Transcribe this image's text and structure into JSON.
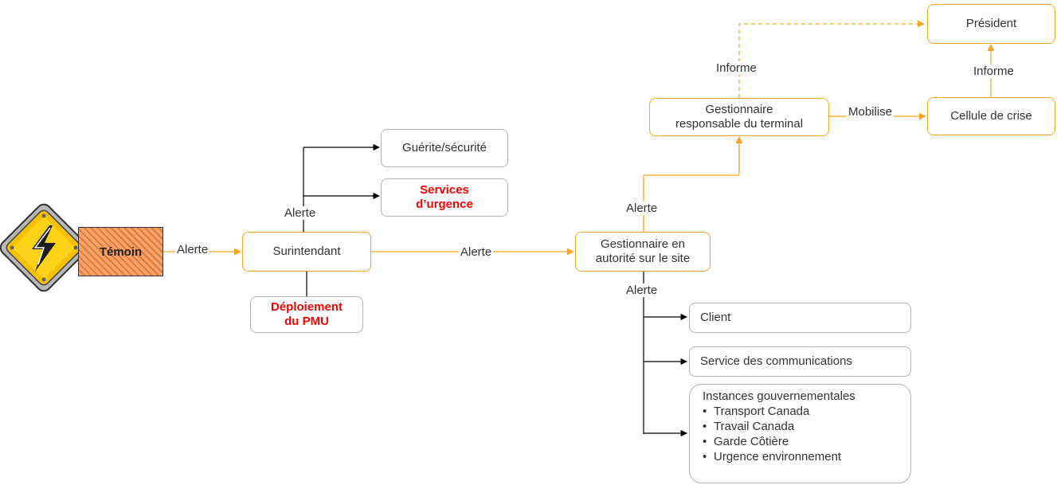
{
  "nodes": {
    "temoin": "Témoin",
    "surintendant": "Surintendant",
    "guerite": "Guérite/sécurité",
    "services_urgence": "Services d’urgence",
    "deploiement": "Déploiement du PMU",
    "gestionnaire_site": "Gestionnaire en autorité sur le site",
    "gestionnaire_terminal": "Gestionnaire responsable du terminal",
    "president": "Président",
    "cellule_crise": "Cellule de crise",
    "client": "Client",
    "service_comm": "Service des communications",
    "instances": {
      "title": "Instances gouvernementales",
      "items": [
        "Transport Canada",
        "Travail Canada",
        "Garde Côtière",
        "Urgence environnement"
      ]
    }
  },
  "edge_labels": {
    "temoin_to_surintendant": "Alerte",
    "surintendant_branch": "Alerte",
    "surintendant_to_gestionnaire": "Alerte",
    "gestionnaire_up": "Alerte",
    "gestionnaire_down": "Alerte",
    "terminal_to_president": "Informe",
    "terminal_to_cellule": "Mobilise",
    "cellule_to_president": "Informe"
  },
  "colors": {
    "orange": "#f5a623",
    "black": "#000000",
    "red_text": "#ff0000",
    "grey_border": "#b3b3b3"
  },
  "icons": [
    "warning-lightning-icon"
  ]
}
